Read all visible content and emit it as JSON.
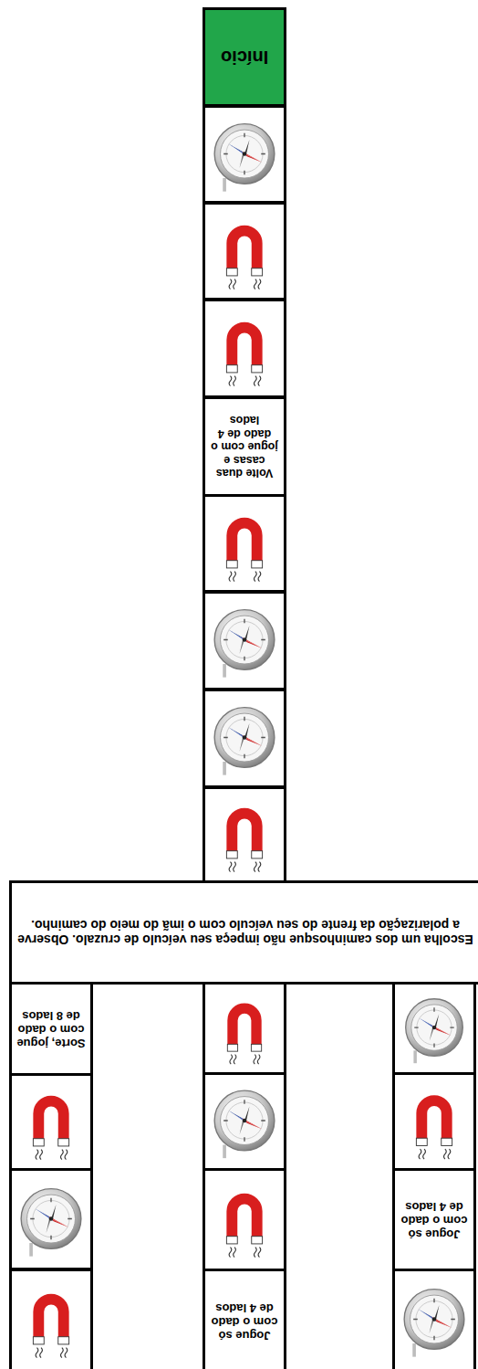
{
  "diagram": {
    "nodes": [
      {
        "text": [
          "Início"
        ]
      },
      {
        "text": [
          "Volte duas casas e jogue com o dado de 4 lados"
        ]
      },
      {
        "text": [
          "Escolha um dos caminhosque não impeça seu veículo de cruzalo. Observe a polarização da frente do seu veículo com o imã do meio do caminho."
        ]
      },
      {
        "text": [
          "Sorte, jogue com o dado de 8 lados"
        ]
      },
      {
        "text": [
          "Jogue só com o dado de 4 lados"
        ]
      },
      {
        "text": [
          "Jogue só com o dado de 4 lados"
        ]
      }
    ]
  }
}
